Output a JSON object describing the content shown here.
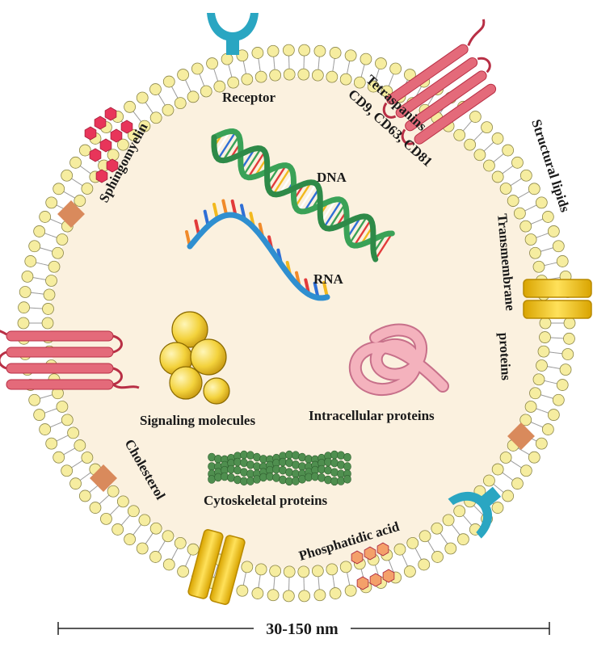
{
  "labels": {
    "receptor": "Receptor",
    "tetraspanins_line1": "Tetraspanins",
    "tetraspanins_line2": "CD9, CD63, CD81",
    "sphingomyelin": "Sphingomyelin",
    "structural_lipids": "Structural lipids",
    "transmembrane_line1": "Transmembrane",
    "transmembrane_line2": "proteins",
    "dna": "DNA",
    "rna": "RNA",
    "signaling_molecules": "Signaling molecules",
    "intracellular_proteins": "Intracellular proteins",
    "cholesterol": "Cholesterol",
    "cytoskeletal_proteins": "Cytoskeletal proteins",
    "phosphatidic_acid": "Phosphatidic acid",
    "size": "30-150 nm"
  },
  "colors": {
    "lumen": "#fbf1df",
    "head": "#f6eda0",
    "head_stroke": "#8a8548",
    "tail": "#9a9a9a",
    "tetraspanin": "#e46a7a",
    "sphingomyelin": "#e8355a",
    "cholesterol": "#d98a5c",
    "receptor": "#2aa6c2",
    "transmembrane": "#f2c318",
    "phosphatidic": "#f4a06a",
    "dna_strand": "#3aa257",
    "rna_strand": "#2f8fd0",
    "signaling": "#f3d23c",
    "intracellular": "#f4b2bd",
    "cytoskeletal": "#4f8f4f"
  },
  "icons": [
    "receptor-icon",
    "tetraspanin-icon",
    "sphingomyelin-icon",
    "cholesterol-icon",
    "transmembrane-protein-icon",
    "phosphatidic-acid-icon",
    "dna-icon",
    "rna-icon",
    "signaling-molecules-icon",
    "intracellular-proteins-icon",
    "cytoskeletal-proteins-icon"
  ]
}
